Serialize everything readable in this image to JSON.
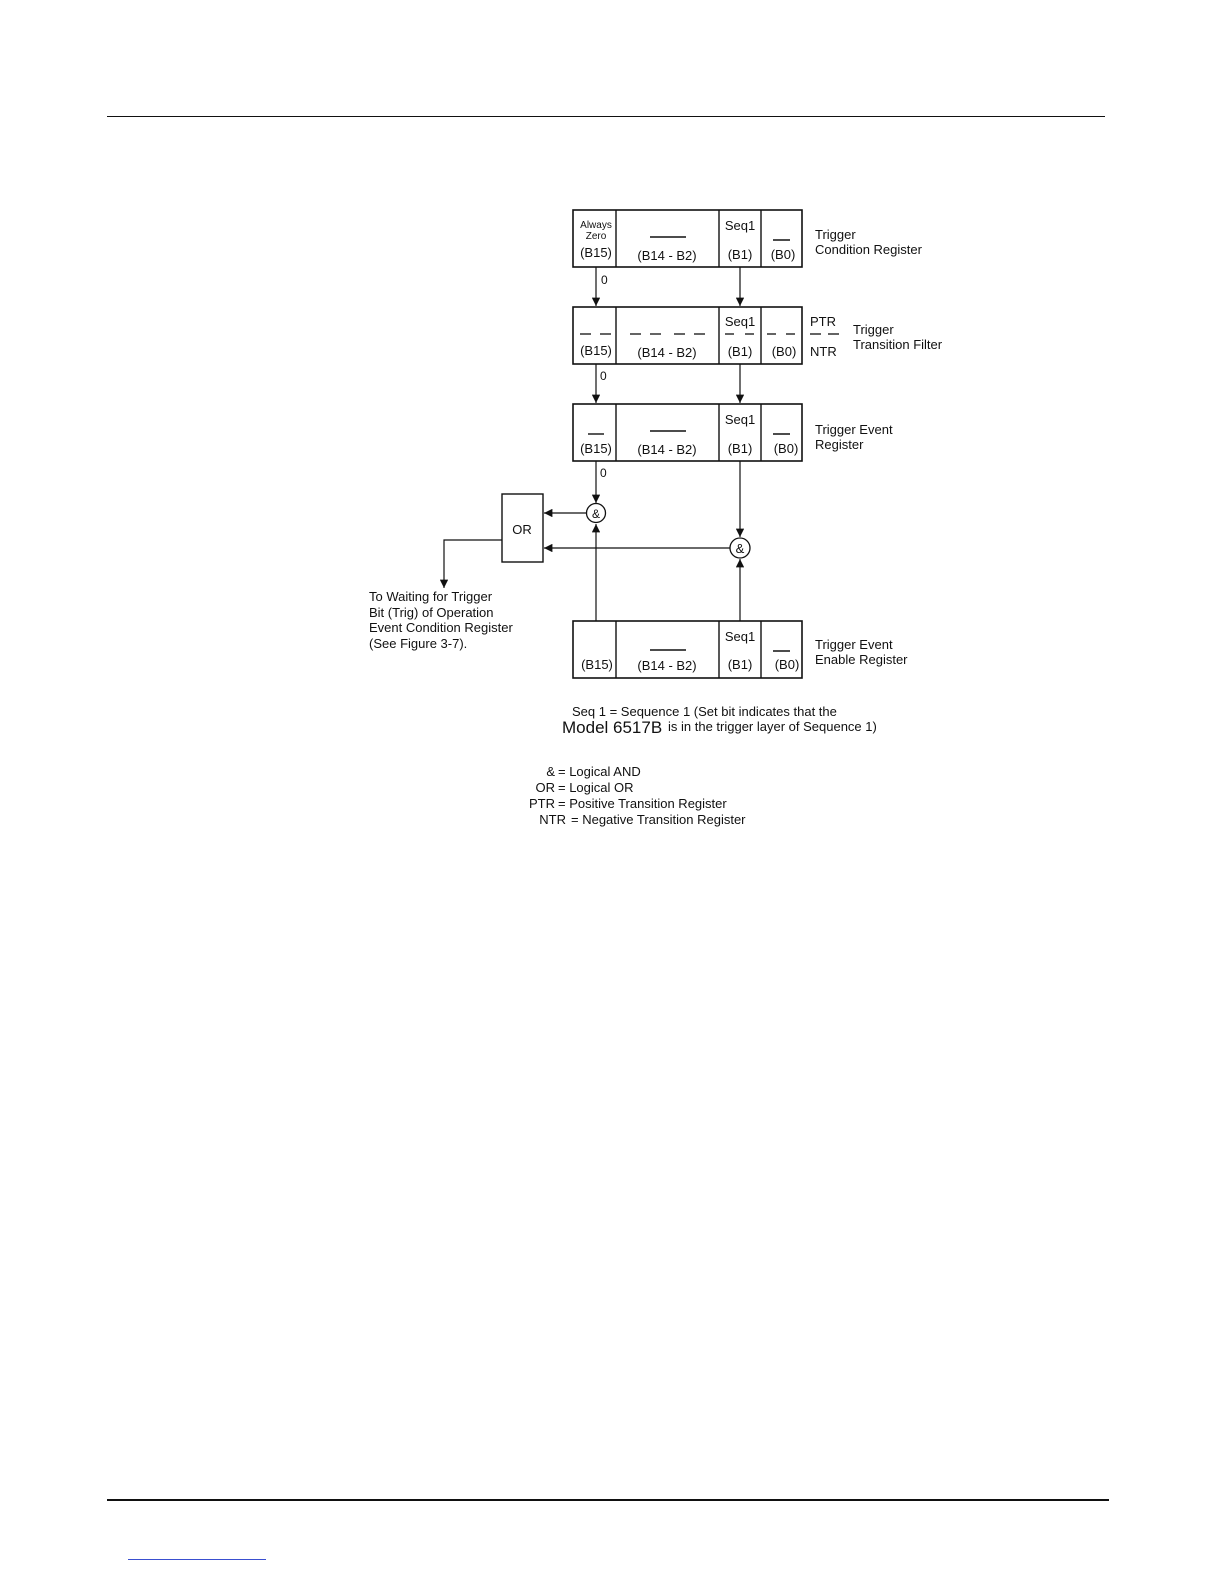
{
  "registers": {
    "condition": {
      "cells": {
        "b15_top1": "Always",
        "b15_top2": "Zero",
        "b15": "(B15)",
        "b14": "(B14 - B2)",
        "b1_top": "Seq1",
        "b1": "(B1)",
        "b0": "(B0)"
      },
      "label": [
        "Trigger",
        "Condition Register"
      ]
    },
    "transition": {
      "cells": {
        "b15": "(B15)",
        "b14": "(B14 - B2)",
        "b1_top": "Seq1",
        "b1": "(B1)",
        "b0": "(B0)"
      },
      "ptr": "PTR",
      "ntr": "NTR",
      "label": [
        "Trigger",
        "Transition Filter"
      ]
    },
    "event": {
      "cells": {
        "b15": "(B15)",
        "b14": "(B14 - B2)",
        "b1_top": "Seq1",
        "b1": "(B1)",
        "b0": "(B0)"
      },
      "label": [
        "Trigger Event",
        "Register"
      ]
    },
    "enable": {
      "cells": {
        "b15": "(B15)",
        "b14": "(B14 - B2)",
        "b1_top": "Seq1",
        "b1": "(B1)",
        "b0": "(B0)"
      },
      "label": [
        "Trigger Event",
        "Enable Register"
      ]
    }
  },
  "zero_labels": [
    "0",
    "0",
    "0"
  ],
  "gates": {
    "and": "&",
    "or": "OR"
  },
  "output_text": [
    "To Waiting for Trigger",
    "Bit (Trig) of Operation",
    "Event Condition Register",
    "(See Figure 3-7)."
  ],
  "note": {
    "line1": "Seq 1 = Sequence 1 (Set bit indicates that the",
    "model": "Model 6517B",
    "line2_rest": "is in the trigger layer of Sequence 1)"
  },
  "legend": [
    {
      "key": "&",
      "desc": "= Logical AND"
    },
    {
      "key": "OR",
      "desc": "= Logical OR"
    },
    {
      "key": "PTR",
      "desc": "= Positive Transition Register"
    },
    {
      "key": "NTR",
      "desc": "= Negative Transition Register"
    }
  ]
}
